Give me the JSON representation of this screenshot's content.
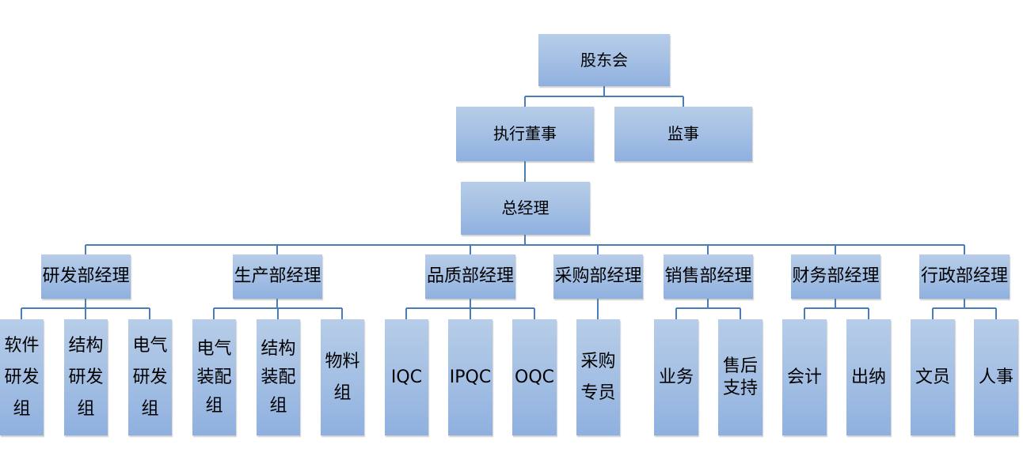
{
  "org": {
    "top": "股东会",
    "exec_director": "执行董事",
    "supervisor": "监事",
    "general_manager": "总经理",
    "departments": [
      {
        "name": "研发部经理",
        "teams": [
          "软件\n研发\n组",
          "结构\n研发\n组",
          "电气\n研发\n组"
        ]
      },
      {
        "name": "生产部经理",
        "teams": [
          "电气\n装配\n组",
          "结构\n装配\n组",
          "物料\n组"
        ]
      },
      {
        "name": "品质部经理",
        "teams": [
          "IQC",
          "IPQC",
          "OQC"
        ]
      },
      {
        "name": "采购部经理",
        "teams": [
          "采购\n专员"
        ]
      },
      {
        "name": "销售部经理",
        "teams": [
          "业务",
          "售后\n支持"
        ]
      },
      {
        "name": "财务部经理",
        "teams": [
          "会计",
          "出纳"
        ]
      },
      {
        "name": "行政部经理",
        "teams": [
          "文员",
          "人事"
        ]
      }
    ]
  },
  "colors": {
    "box_top": "#b7cde8",
    "box_bottom": "#8fb0df",
    "connector": "#4a7ebb"
  }
}
